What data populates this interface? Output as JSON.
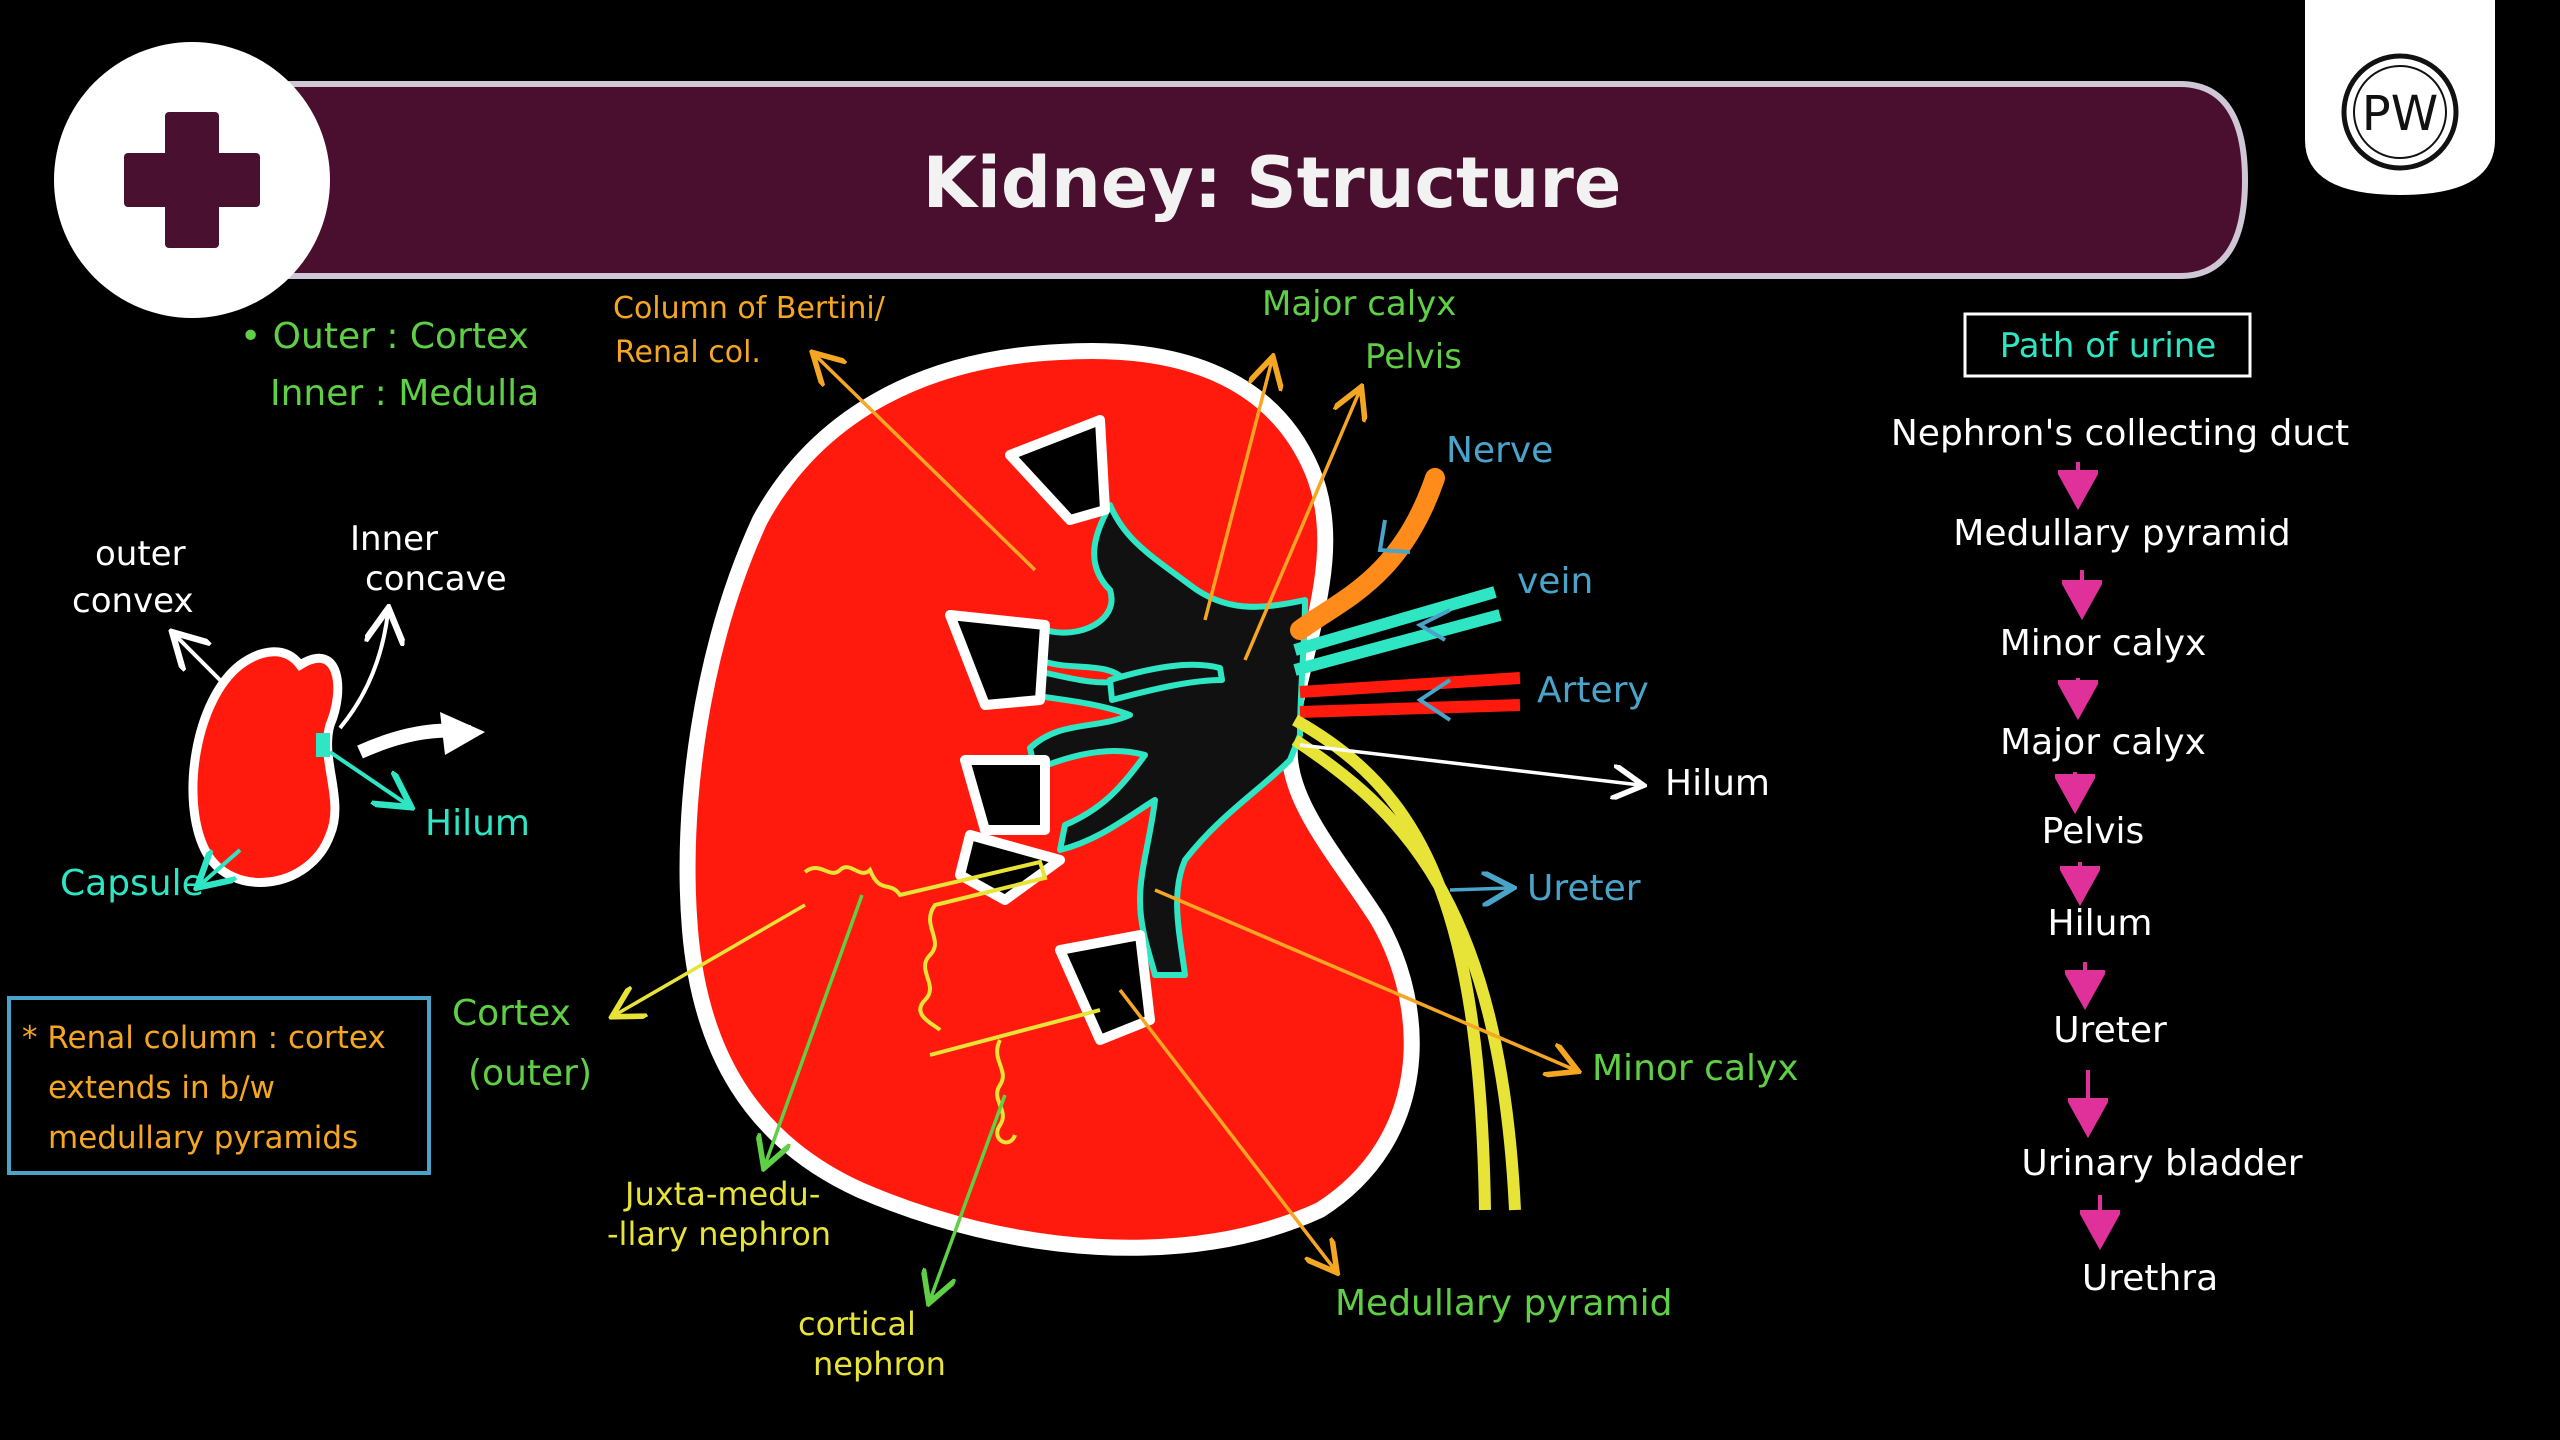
{
  "header": {
    "title": "Kidney: Structure",
    "icon": "plus-icon",
    "logo_text": "PW",
    "colors": {
      "banner": "#4a0f2f",
      "banner_border": "#cfc6d6",
      "plus": "#4a1030"
    }
  },
  "small_kidney": {
    "outer_cortex": "• Outer : Cortex",
    "inner_medulla": "Inner : Medulla",
    "outer_convex_1": "outer",
    "outer_convex_2": "convex",
    "inner_concave_1": "Inner",
    "inner_concave_2": "concave",
    "hilum": "Hilum",
    "capsule": "Capsule"
  },
  "note_box": {
    "line1": "* Renal column : cortex",
    "line2": "extends in b/w",
    "line3": "medullary pyramids"
  },
  "main_labels": {
    "column_of_bertini_1": "Column of Bertini/",
    "column_of_bertini_2": "Renal col.",
    "major_calyx": "Major calyx",
    "pelvis": "Pelvis",
    "nerve": "Nerve",
    "vein": "vein",
    "artery": "Artery",
    "hilum": "Hilum",
    "ureter": "Ureter",
    "minor_calyx": "Minor calyx",
    "medullary_pyramid": "Medullary pyramid",
    "cortex_1": "Cortex",
    "cortex_2": "(outer)",
    "juxta_1": "Juxta-medu-",
    "juxta_2": "-llary nephron",
    "cortical_1": "cortical",
    "cortical_2": "nephron"
  },
  "path_of_urine": {
    "title": "Path of urine",
    "steps": [
      "Nephron's collecting duct",
      "Medullary pyramid",
      "Minor calyx",
      "Major calyx",
      "Pelvis",
      "Hilum",
      "Ureter",
      "Urinary bladder",
      "Urethra"
    ]
  }
}
